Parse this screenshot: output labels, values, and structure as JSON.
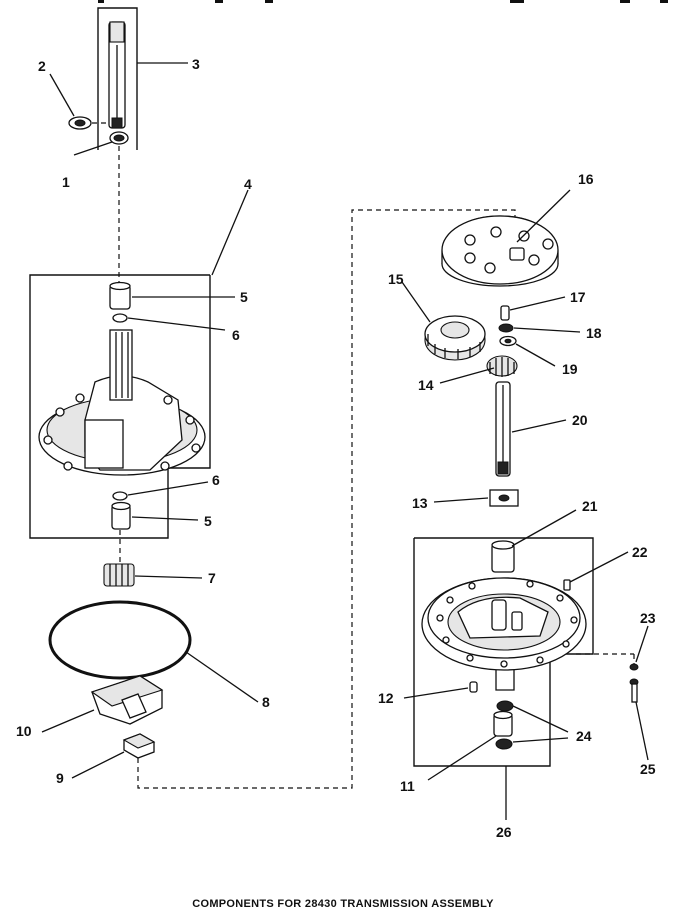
{
  "caption": "COMPONENTS FOR 28430 TRANSMISSION ASSEMBLY",
  "callouts": [
    "1",
    "2",
    "3",
    "4",
    "5",
    "6",
    "6",
    "5",
    "7",
    "8",
    "9",
    "10",
    "11",
    "12",
    "13",
    "14",
    "15",
    "16",
    "17",
    "18",
    "19",
    "20",
    "21",
    "22",
    "23",
    "24",
    "25",
    "26"
  ],
  "colors": {
    "ink": "#111111",
    "paper": "#ffffff"
  }
}
